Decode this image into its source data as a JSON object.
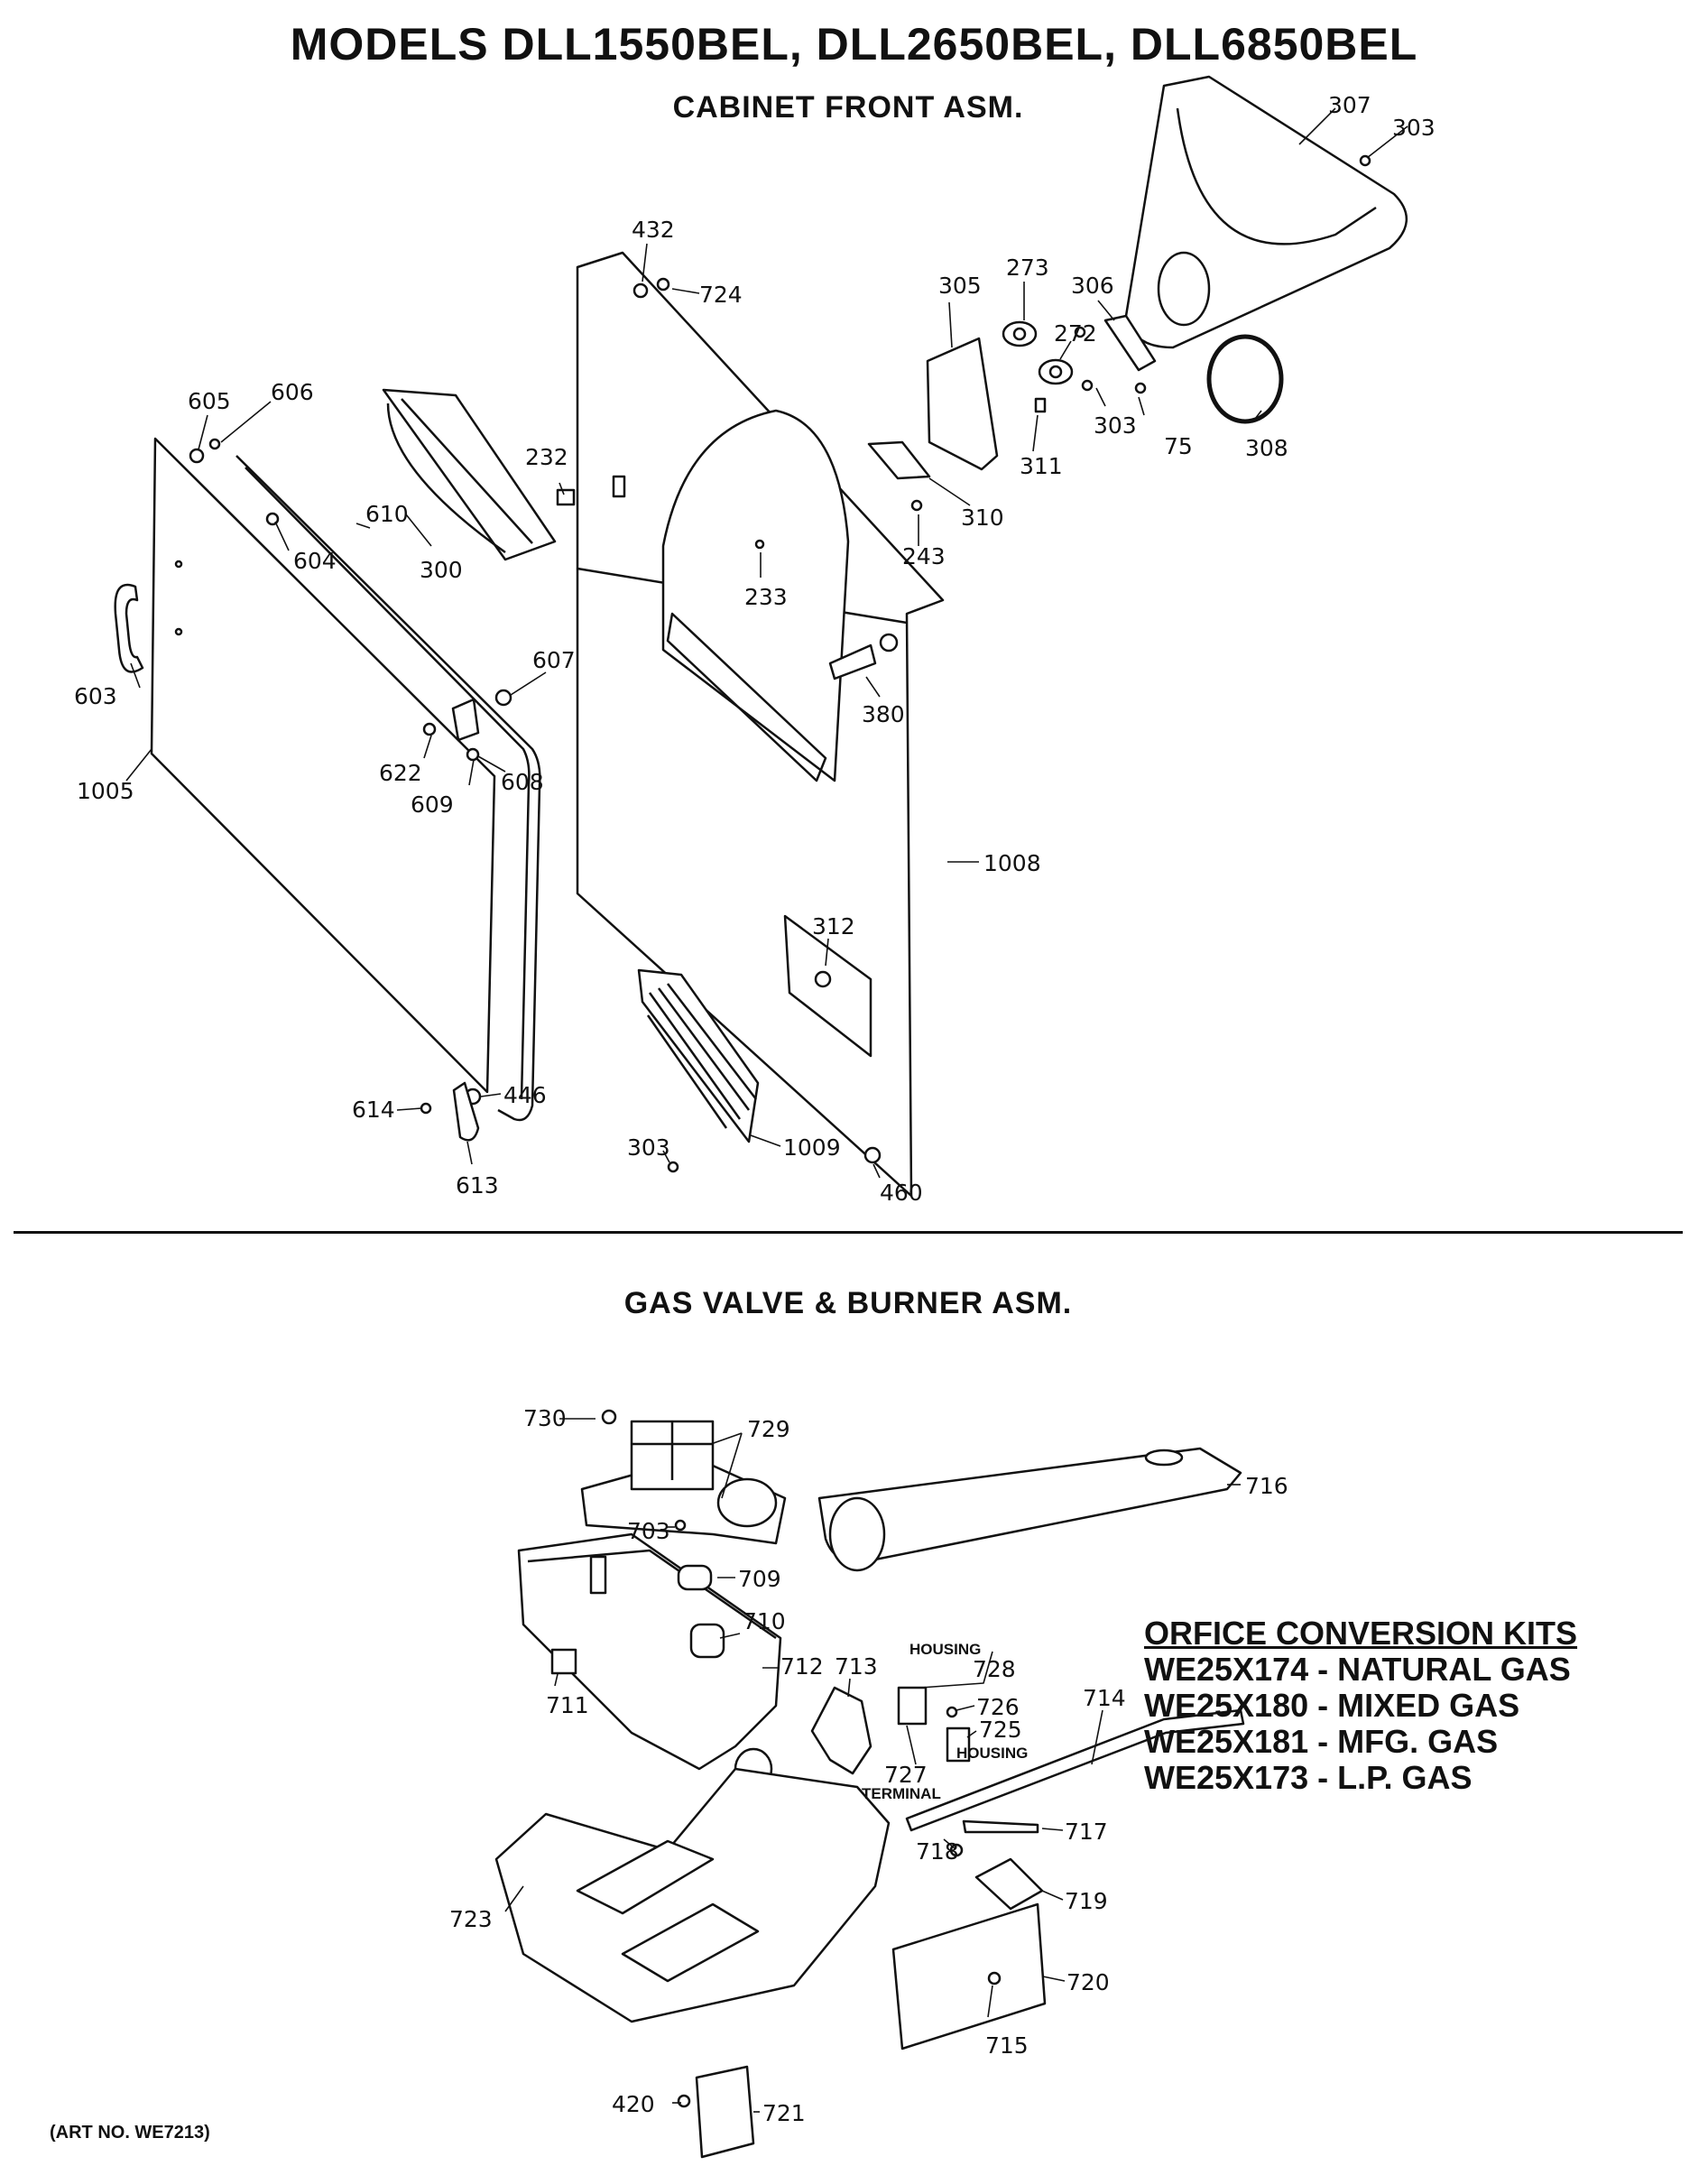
{
  "header": {
    "title": "MODELS DLL1550BEL, DLL2650BEL, DLL6850BEL",
    "section_1": "CABINET FRONT ASM.",
    "section_2": "GAS VALVE & BURNER ASM."
  },
  "cabinet_labels": {
    "l307": "307",
    "l303a": "303",
    "l432": "432",
    "l724": "724",
    "l305": "305",
    "l273": "273",
    "l306": "306",
    "l272": "272",
    "l605": "605",
    "l606": "606",
    "l232": "232",
    "l303b": "303",
    "l75": "75",
    "l308": "308",
    "l311": "311",
    "l610": "610",
    "l604": "604",
    "l300": "300",
    "l310": "310",
    "l243": "243",
    "l233": "233",
    "l603": "603",
    "l607": "607",
    "l380": "380",
    "l622": "622",
    "l608": "608",
    "l609": "609",
    "l1005": "1005",
    "l1008": "1008",
    "l312": "312",
    "l614": "614",
    "l446": "446",
    "l613": "613",
    "l303c": "303",
    "l1009": "1009",
    "l460": "460"
  },
  "gas_labels": {
    "l730": "730",
    "l729": "729",
    "l716": "716",
    "l703": "703",
    "l709": "709",
    "l710": "710",
    "l712": "712",
    "l711": "711",
    "l713": "713",
    "l728": "728",
    "housing1": "HOUSING",
    "l726": "726",
    "l725": "725",
    "housing2": "HOUSING",
    "l727": "727",
    "terminal": "TERMINAL",
    "l714": "714",
    "l717": "717",
    "l718": "718",
    "l719": "719",
    "l723": "723",
    "l720": "720",
    "l715": "715",
    "l420": "420",
    "l721": "721"
  },
  "conversion_kits": {
    "heading": "ORFICE CONVERSION KITS",
    "items": [
      "WE25X174 - NATURAL GAS",
      "WE25X180 - MIXED GAS",
      "WE25X181 - MFG. GAS",
      "WE25X173 - L.P. GAS"
    ]
  },
  "footer": {
    "art_no": "(ART NO. WE7213)"
  }
}
